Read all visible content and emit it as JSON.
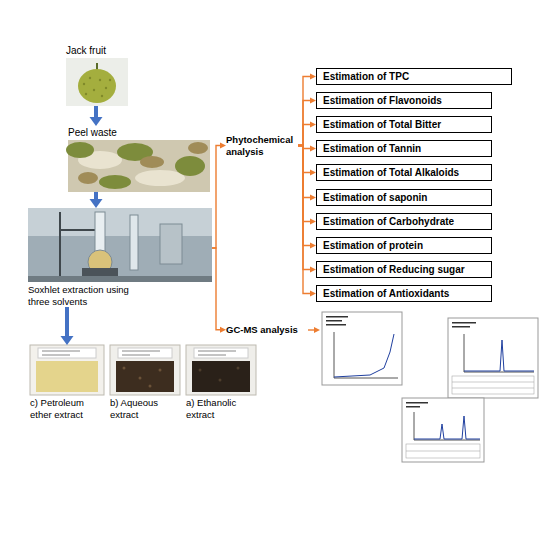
{
  "diagram": {
    "nodes": [
      {
        "text": [
          "Jack fruit"
        ]
      },
      {
        "text": [
          "Peel waste"
        ]
      },
      {
        "text": [
          "Soxhlet extraction using three solvents"
        ]
      },
      {
        "text": [
          "c) Petroleum ether extract"
        ]
      },
      {
        "text": [
          "b) Aqueous extract"
        ]
      },
      {
        "text": [
          "a) Ethanolic extract"
        ]
      },
      {
        "text": [
          "Phytochemical analysis"
        ]
      },
      {
        "text": [
          "GC-MS analysis"
        ]
      },
      {
        "text": [
          "Estimation of TPC"
        ]
      },
      {
        "text": [
          "Estimation of Flavonoids"
        ]
      },
      {
        "text": [
          "Estimation of Total Bitter"
        ]
      },
      {
        "text": [
          "Estimation of Tannin"
        ]
      },
      {
        "text": [
          "Estimation of Total Alkaloids"
        ]
      },
      {
        "text": [
          "Estimation of saponin"
        ]
      },
      {
        "text": [
          "Estimation of Carbohydrate"
        ]
      },
      {
        "text": [
          "Estimation of protein"
        ]
      },
      {
        "text": [
          "Estimation of Reducing sugar"
        ]
      },
      {
        "text": [
          "Estimation of Antioxidants"
        ]
      }
    ],
    "edges": [
      {
        "from": 0,
        "to": 1,
        "arrow": "to"
      },
      {
        "from": 1,
        "to": 2,
        "arrow": "to"
      },
      {
        "from": 2,
        "to": 3,
        "arrow": "to"
      },
      {
        "from": 2,
        "to": 6,
        "arrow": "to"
      },
      {
        "from": 2,
        "to": 7,
        "arrow": "to"
      },
      {
        "from": 6,
        "to": 8,
        "arrow": "to"
      },
      {
        "from": 6,
        "to": 9,
        "arrow": "to"
      },
      {
        "from": 6,
        "to": 10,
        "arrow": "to"
      },
      {
        "from": 6,
        "to": 11,
        "arrow": "to"
      },
      {
        "from": 6,
        "to": 12,
        "arrow": "to"
      },
      {
        "from": 6,
        "to": 13,
        "arrow": "to"
      },
      {
        "from": 6,
        "to": 14,
        "arrow": "to"
      },
      {
        "from": 6,
        "to": 15,
        "arrow": "to"
      },
      {
        "from": 6,
        "to": 16,
        "arrow": "to"
      },
      {
        "from": 6,
        "to": 17,
        "arrow": "to"
      }
    ]
  }
}
